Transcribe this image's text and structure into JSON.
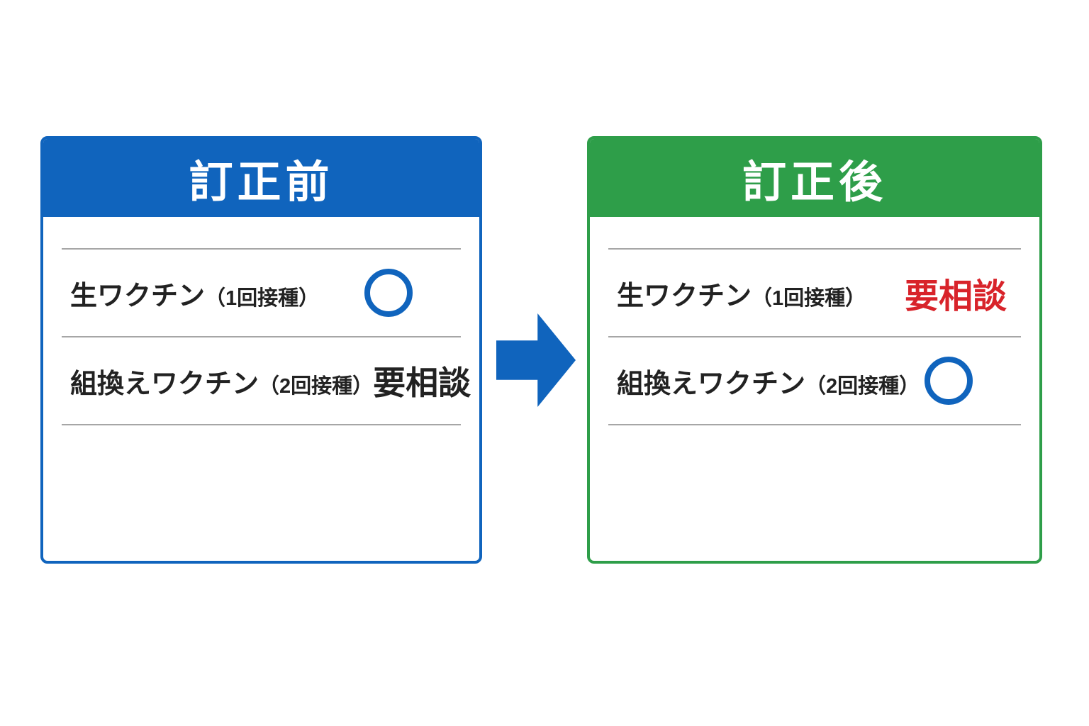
{
  "before": {
    "title": "訂正前",
    "rows": [
      {
        "label": "生ワクチン",
        "sub": "（1回接種）",
        "status_type": "circle",
        "status_text": ""
      },
      {
        "label": "組換えワクチン",
        "sub": "（2回接種）",
        "status_type": "text",
        "status_text": "要相談"
      }
    ]
  },
  "after": {
    "title": "訂正後",
    "rows": [
      {
        "label": "生ワクチン",
        "sub": "（1回接種）",
        "status_type": "text",
        "status_text": "要相談"
      },
      {
        "label": "組換えワクチン",
        "sub": "（2回接種）",
        "status_type": "circle",
        "status_text": ""
      }
    ]
  },
  "colors": {
    "before_header": "#1064bd",
    "after_header": "#2e9e49",
    "arrow": "#1064bd",
    "circle_mark": "#1064bd",
    "status_red": "#d8232a",
    "text": "#222222",
    "divider": "#a6a6a6"
  }
}
